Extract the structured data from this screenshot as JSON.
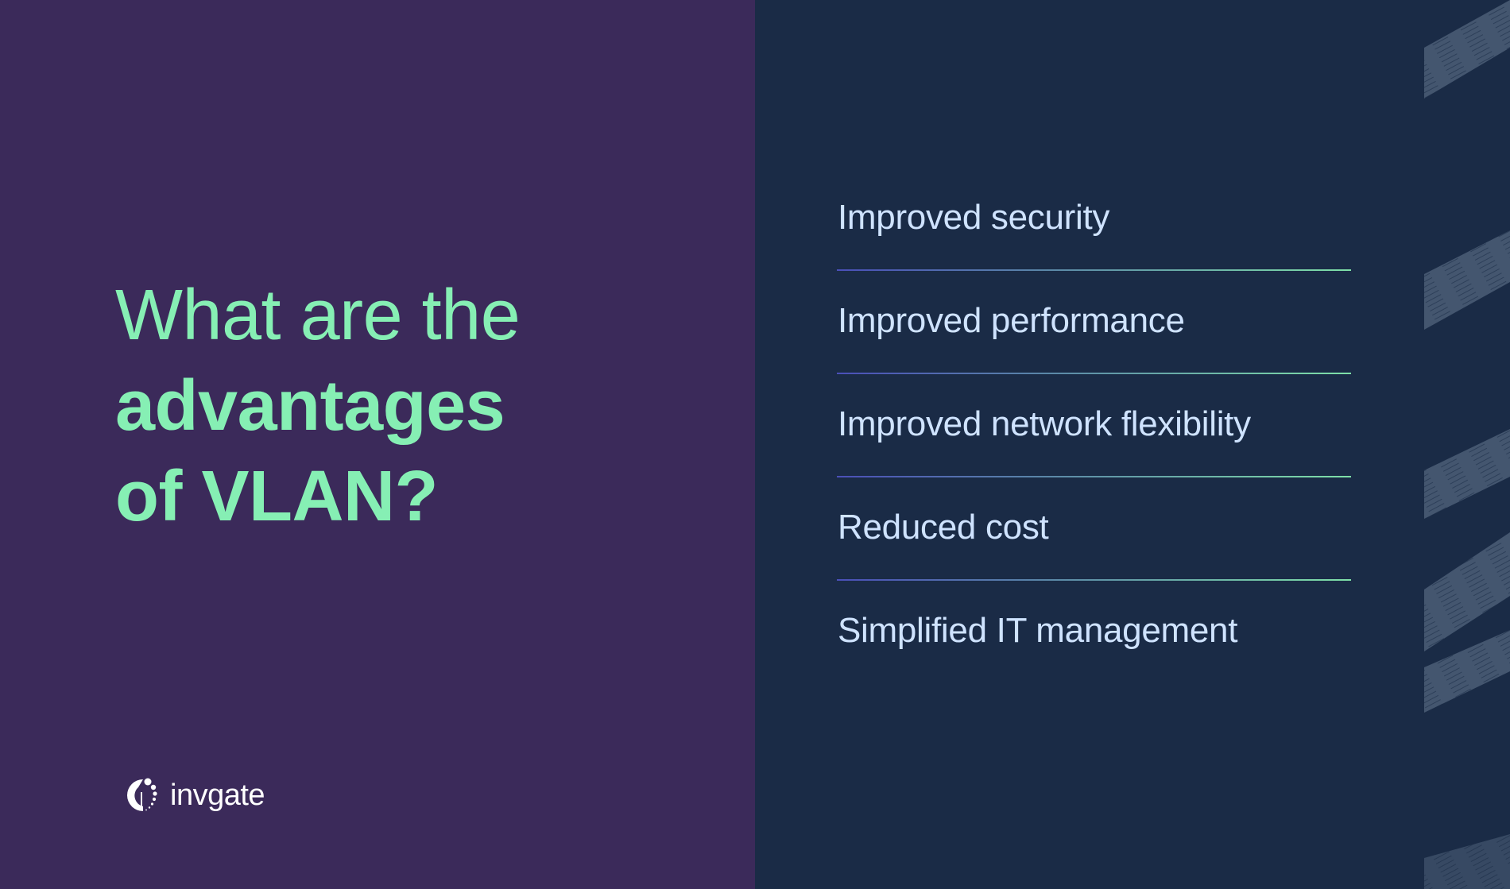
{
  "title": {
    "line1": "What are the",
    "line2": "advantages",
    "line3": "of VLAN?"
  },
  "advantages": [
    {
      "label": "Improved security"
    },
    {
      "label": "Improved performance"
    },
    {
      "label": "Improved network flexibility"
    },
    {
      "label": "Reduced cost"
    },
    {
      "label": "Simplified IT management"
    }
  ],
  "brand": {
    "name": "invgate",
    "icon": "invgate-logo-icon"
  },
  "colors": {
    "left_background": "#3b2a5a",
    "right_background": "#1a2b46",
    "title": "#86efb4",
    "list_text": "#cfe3ff",
    "divider_start": "#4a4fb8",
    "divider_end": "#7ee0a8",
    "brush_strokes": "#44566f"
  }
}
